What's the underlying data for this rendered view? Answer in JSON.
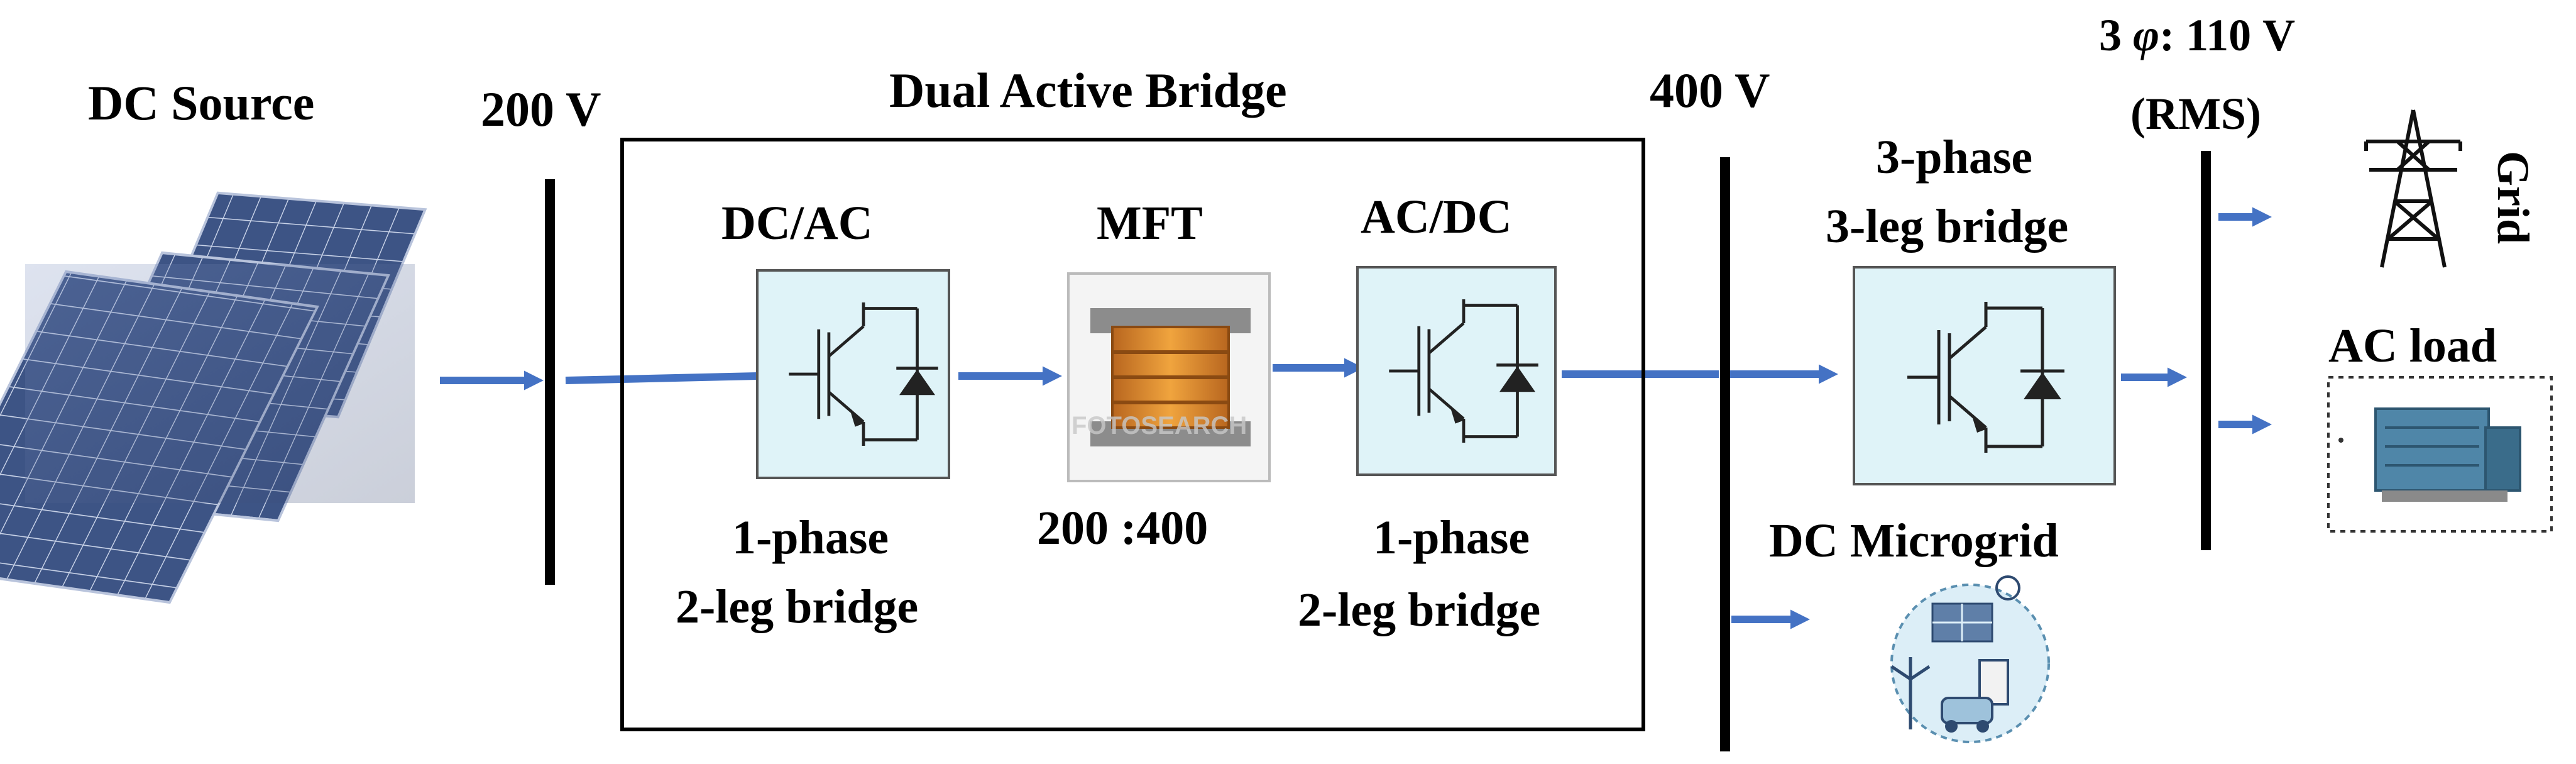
{
  "labels": {
    "dc_source": "DC Source",
    "v200": "200 V",
    "dual_active_bridge": "Dual Active Bridge",
    "v400": "400 V",
    "three_phase_line1": "3 ",
    "phi_symbol": "φ",
    "three_phase_line1_rest": ": 110 V",
    "three_phase_line2": "(RMS)",
    "grid": "Grid",
    "dc_ac": "DC/AC",
    "mft": "MFT",
    "ac_dc": "AC/DC",
    "bridge3_line1": "3-phase",
    "bridge3_line2": "3-leg bridge",
    "ac_load": "AC load",
    "bridge1_line1": "1-phase",
    "bridge1_line2": "2-leg bridge",
    "ratio": "200 :400",
    "bridge2_line1": "1-phase",
    "bridge2_line2": "2-leg bridge",
    "dc_microgrid": "DC Microgrid",
    "watermark": "FOTOSEARCH"
  },
  "colors": {
    "arrow": "#4472c4",
    "converter_fill": "#dff3f8",
    "bus": "#000000",
    "solar_cell": "#3a4f7e",
    "transformer_core": "#d9892f"
  },
  "icons": {
    "solar_panels": "solar-panel-array-icon",
    "transformer": "transformer-icon",
    "igbt": "igbt-switch-icon",
    "grid": "transmission-tower-icon",
    "load": "motor-load-icon",
    "microgrid": "microgrid-icon"
  }
}
